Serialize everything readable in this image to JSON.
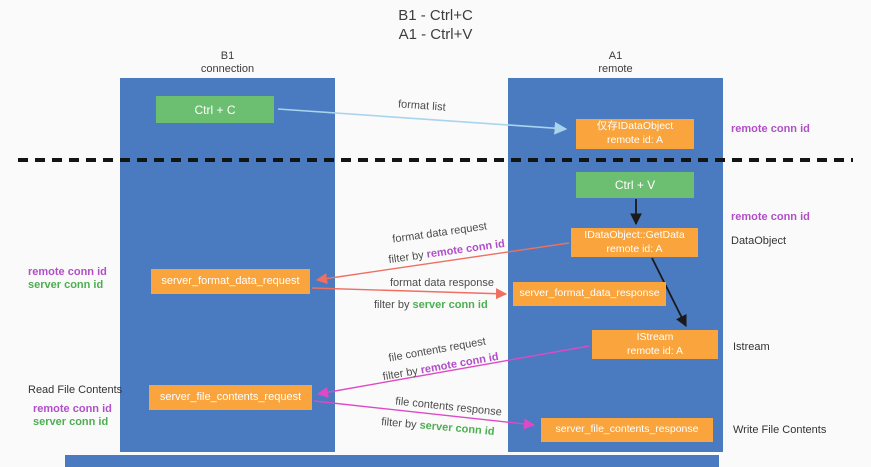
{
  "title": {
    "line1": "B1 - Ctrl+C",
    "line2": "A1 - Ctrl+V"
  },
  "lanes": {
    "b1": {
      "name": "B1",
      "role": "connection"
    },
    "a1": {
      "name": "A1",
      "role": "remote"
    }
  },
  "nodes": {
    "ctrl_c": {
      "label": "Ctrl + C"
    },
    "ctrl_v": {
      "label": "Ctrl + V"
    },
    "idataobject_cache": {
      "line1": "仅存IDataObject",
      "line2": "remote id: A"
    },
    "getdata": {
      "line1": "IDataObject::GetData",
      "line2": "remote id: A"
    },
    "istream": {
      "line1": "IStream",
      "line2": "remote id: A"
    },
    "server_format_data_request": {
      "label": "server_format_data_request"
    },
    "server_format_data_response": {
      "label": "server_format_data_response"
    },
    "server_file_contents_request": {
      "label": "server_file_contents_request"
    },
    "server_file_contents_response": {
      "label": "server_file_contents_response"
    }
  },
  "side_notes": {
    "remote_conn_id_a1_top": "remote conn id",
    "remote_conn_id_a1_mid": "remote conn id",
    "dataobject": "DataObject",
    "istream": "Istream",
    "read_file_contents": "Read File Contents",
    "write_file_contents": "Write File Contents",
    "b1_format": {
      "remote": "remote conn id",
      "server": "server conn id"
    },
    "b1_file": {
      "remote": "remote conn id",
      "server": "server conn id"
    }
  },
  "edge_labels": {
    "format_list": "format list",
    "format_data_request": "format data request",
    "format_data_response": "format data response",
    "file_contents_request": "file contents request",
    "file_contents_response": "file contents response",
    "filter_by": "filter by ",
    "remote_conn_id": "remote conn id",
    "server_conn_id": "server conn id"
  },
  "colors": {
    "lane_blue": "#4a7bc0",
    "node_green": "#6cbe70",
    "node_orange": "#f9a43c",
    "purple_text": "#b14fc8",
    "green_text": "#4caf50",
    "arrow_light_blue": "#a9d4ee",
    "arrow_salmon": "#ef6f63",
    "arrow_magenta": "#de49c6",
    "arrow_black": "#1a1a1a"
  }
}
